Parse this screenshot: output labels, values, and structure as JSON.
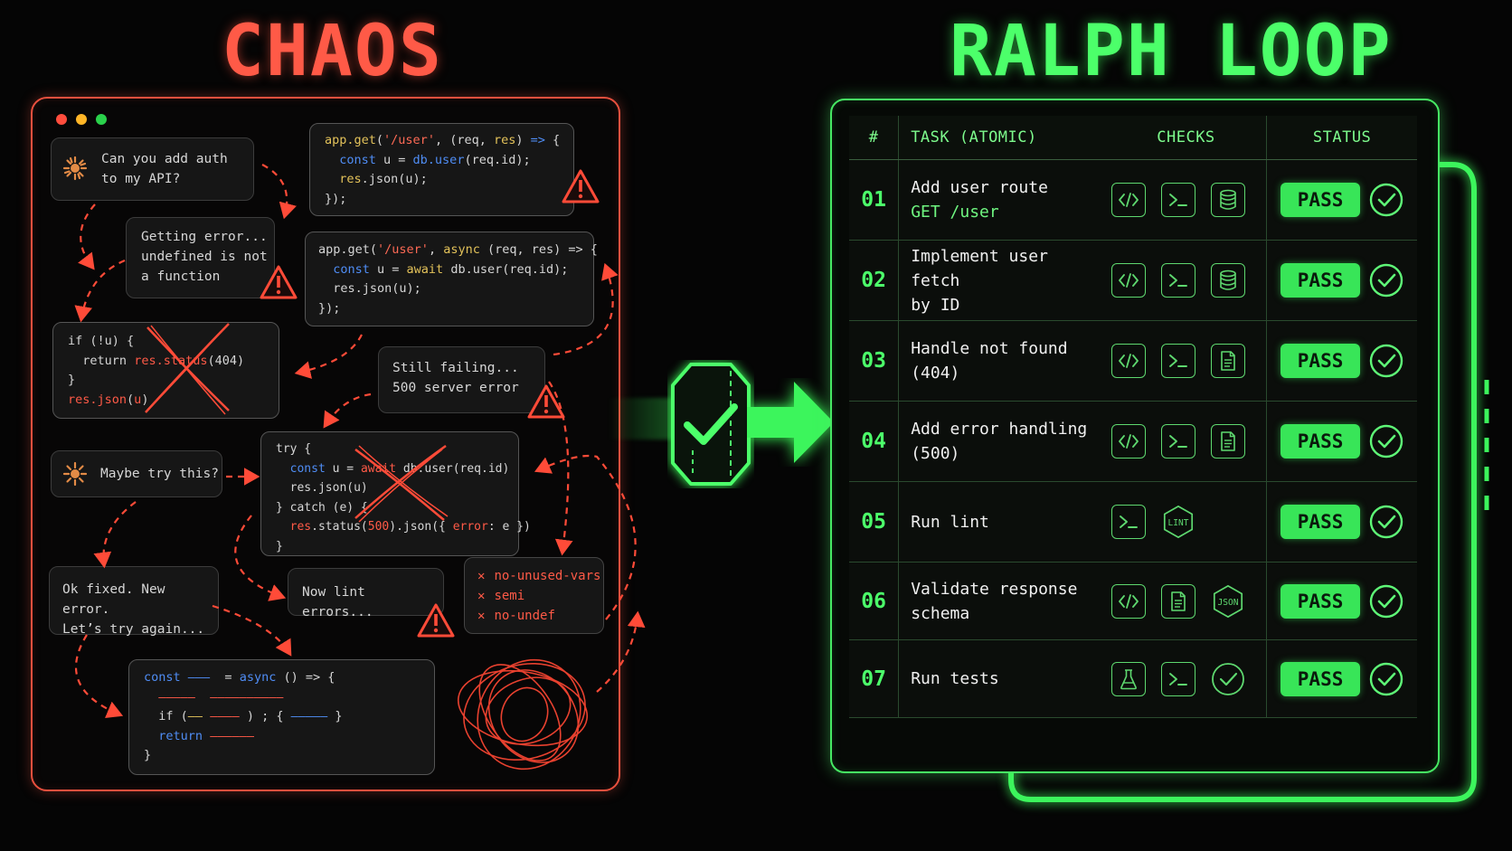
{
  "left": {
    "title": "CHAOS",
    "messages": {
      "ask_auth": "Can you add auth\nto my API?",
      "getting_error": "Getting error...\nundefined is not\na function",
      "still_failing": "Still failing...\n500 server error",
      "maybe_try": "Maybe try this?",
      "ok_fixed": "Ok fixed. New error.\nLet’s try again...",
      "lint_errors": "Now lint errors..."
    },
    "lint_errors_list": [
      "no-unused-vars",
      "semi",
      "no-undef"
    ]
  },
  "right": {
    "title": "RALPH LOOP",
    "headers": {
      "num": "#",
      "task": "TASK (ATOMIC)",
      "checks": "CHECKS",
      "status": "STATUS"
    },
    "tasks": [
      {
        "num": "01",
        "name": "Add user route",
        "sub": "GET /user",
        "checks": [
          "code-icon",
          "terminal-icon",
          "database-icon"
        ],
        "status": "PASS"
      },
      {
        "num": "02",
        "name": "Implement user fetch\nby ID",
        "sub": "",
        "checks": [
          "code-icon",
          "terminal-icon",
          "database-icon"
        ],
        "status": "PASS"
      },
      {
        "num": "03",
        "name": "Handle not found\n(404)",
        "sub": "",
        "checks": [
          "code-icon",
          "terminal-icon",
          "document-icon"
        ],
        "status": "PASS"
      },
      {
        "num": "04",
        "name": "Add error handling\n(500)",
        "sub": "",
        "checks": [
          "code-icon",
          "terminal-icon",
          "document-icon"
        ],
        "status": "PASS"
      },
      {
        "num": "05",
        "name": "Run lint",
        "sub": "",
        "checks": [
          "terminal-icon",
          "lint-icon"
        ],
        "status": "PASS"
      },
      {
        "num": "06",
        "name": "Validate response\nschema",
        "sub": "",
        "checks": [
          "code-icon",
          "document-icon",
          "json-icon"
        ],
        "status": "PASS"
      },
      {
        "num": "07",
        "name": "Run tests",
        "sub": "",
        "checks": [
          "flask-icon",
          "terminal-icon",
          "check-circle-icon"
        ],
        "status": "PASS"
      }
    ],
    "icon_labels": {
      "lint": "LINT",
      "json": "JSON"
    }
  },
  "colors": {
    "chaos": "#ff5a47",
    "loop": "#46e863",
    "pass_bg": "#38e558"
  }
}
